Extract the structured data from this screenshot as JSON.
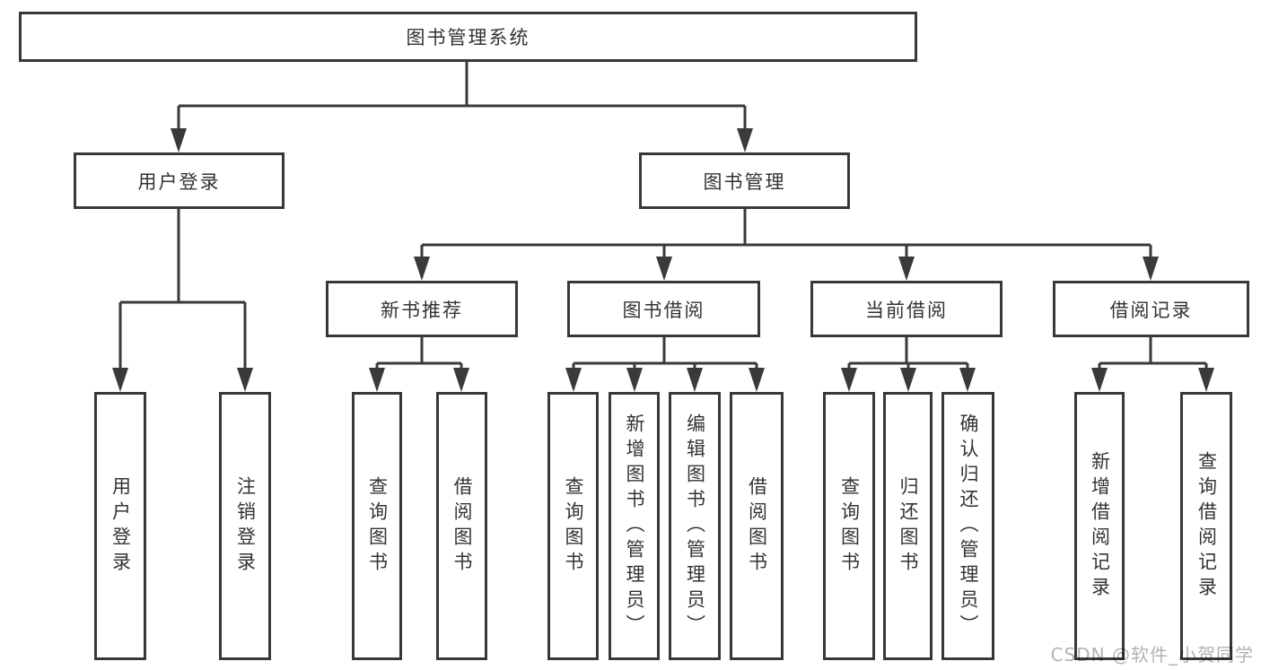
{
  "tree": {
    "root": "图书管理系统",
    "branches": [
      {
        "label": "用户登录",
        "children": [
          "用户登录",
          "注销登录"
        ]
      },
      {
        "label": "图书管理",
        "groups": [
          {
            "label": "新书推荐",
            "children": [
              "查询图书",
              "借阅图书"
            ]
          },
          {
            "label": "图书借阅",
            "children": [
              "查询图书",
              "新增图书（管理员）",
              "编辑图书（管理员）",
              "借阅图书"
            ]
          },
          {
            "label": "当前借阅",
            "children": [
              "查询图书",
              "归还图书",
              "确认归还（管理员）"
            ]
          },
          {
            "label": "借阅记录",
            "children": [
              "新增借阅记录",
              "查询借阅记录"
            ]
          }
        ]
      }
    ]
  },
  "watermark": {
    "text": "CSDN @软件_小贺同学"
  },
  "colors": {
    "line": "#3a3a3a",
    "text": "#333333",
    "background": "#ffffff",
    "watermark": "#9f9f9f"
  }
}
